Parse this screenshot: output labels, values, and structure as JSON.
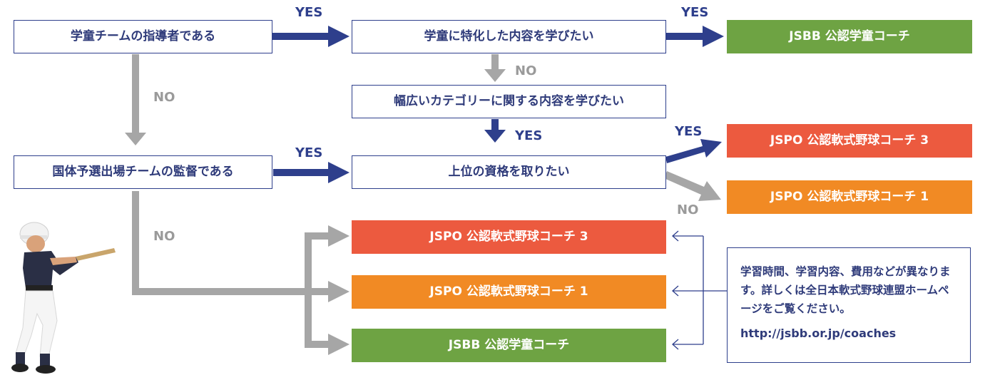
{
  "questions": {
    "q_coach": "学童チームの指導者である",
    "q_specialized": "学童に特化した内容を学びたい",
    "q_broad": "幅広いカテゴリーに関する内容を学びたい",
    "q_director": "国体予選出場チームの監督である",
    "q_higher": "上位の資格を取りたい"
  },
  "results": {
    "jsbb_top": "JSBB 公認学童コーチ",
    "jspo3_mid": "JSPO 公認軟式野球コーチ 3",
    "jspo1_mid": "JSPO 公認軟式野球コーチ 1",
    "jspo3_low": "JSPO 公認軟式野球コーチ 3",
    "jspo1_low": "JSPO 公認軟式野球コーチ 1",
    "jsbb_low": "JSBB 公認学童コーチ"
  },
  "labels": {
    "yes": "YES",
    "no": "NO"
  },
  "note": {
    "text": "学習時間、学習内容、費用などが異なります。詳しくは全日本軟式野球連盟ホームページをご覧ください。",
    "url": "http://jsbb.or.jp/coaches"
  },
  "colors": {
    "navy": "#2e3f8c",
    "gray": "#a6a6a6",
    "green": "#6ea343",
    "red": "#ec5a3f",
    "orange": "#f18a24"
  },
  "image": "baseball-batter-photo"
}
